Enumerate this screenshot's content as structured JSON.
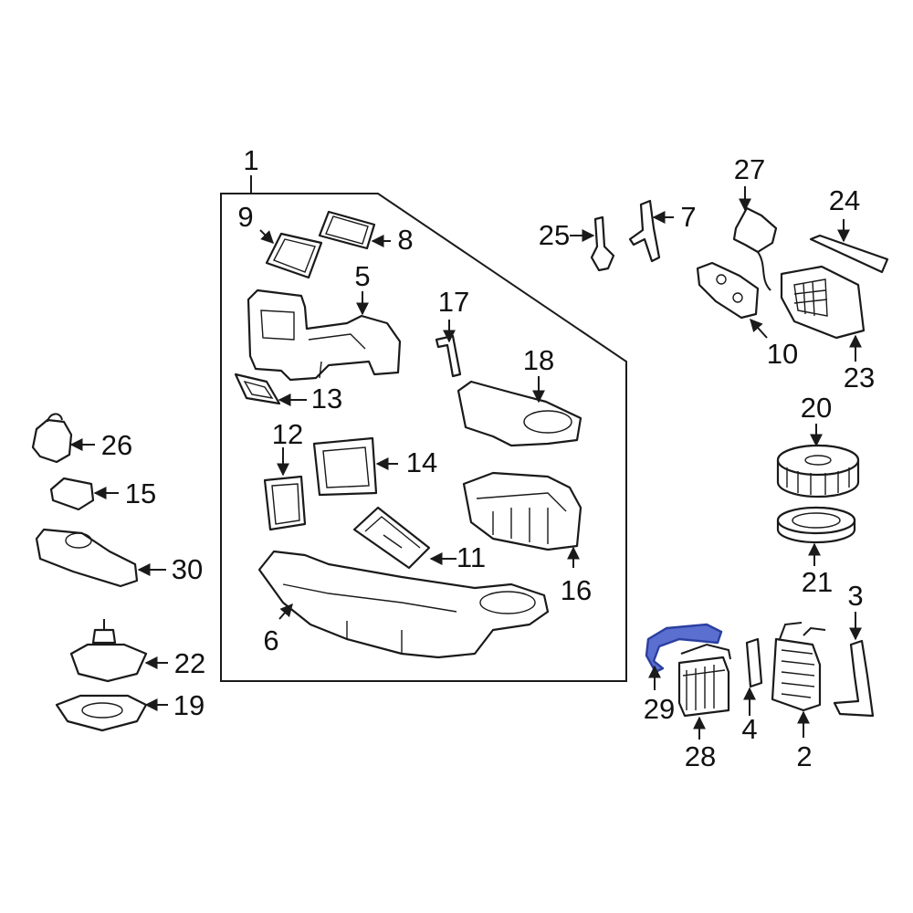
{
  "labels": {
    "l1": "1",
    "l2": "2",
    "l3": "3",
    "l4": "4",
    "l5": "5",
    "l6": "6",
    "l7": "7",
    "l8": "8",
    "l9": "9",
    "l10": "10",
    "l11": "11",
    "l12": "12",
    "l13": "13",
    "l14": "14",
    "l15": "15",
    "l16": "16",
    "l17": "17",
    "l18": "18",
    "l19": "19",
    "l20": "20",
    "l21": "21",
    "l22": "22",
    "l23": "23",
    "l24": "24",
    "l25": "25",
    "l26": "26",
    "l27": "27",
    "l28": "28",
    "l29": "29",
    "l30": "30"
  },
  "colors": {
    "highlight": "#2b3fa0",
    "highlight_fill": "#5a6fd0",
    "line": "#1a1a1a"
  }
}
